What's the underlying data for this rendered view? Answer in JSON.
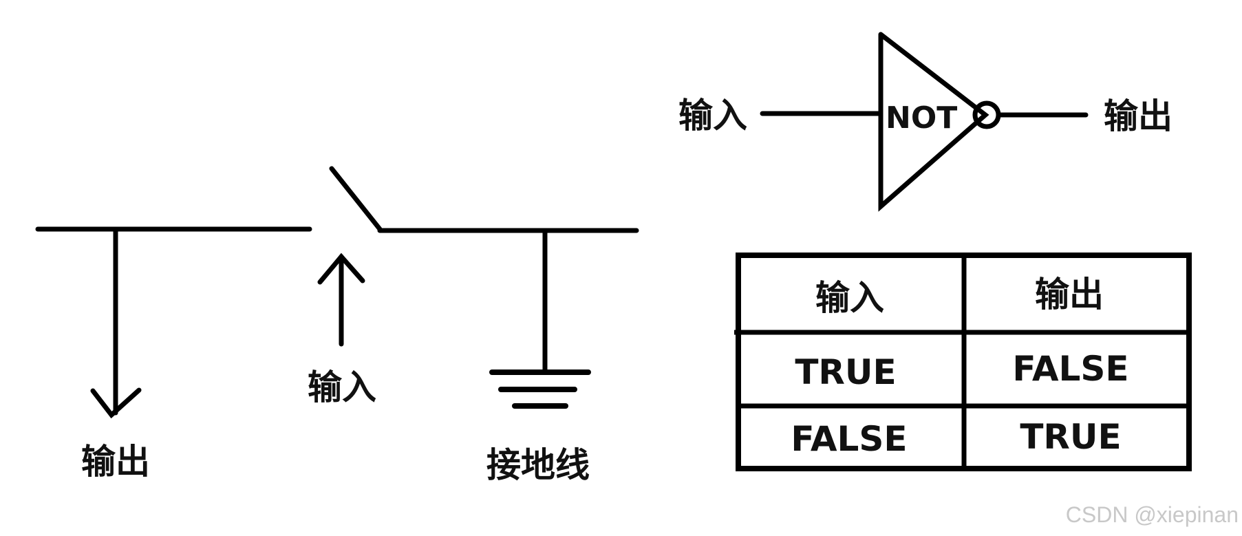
{
  "switch_circuit": {
    "output_label": "输出",
    "input_label": "输入",
    "ground_label": "接地线"
  },
  "not_gate": {
    "input_label": "输入",
    "gate_label": "NOT",
    "output_label": "输出"
  },
  "truth_table": {
    "headers": [
      "输入",
      "输出"
    ],
    "rows": [
      [
        "TRUE",
        "FALSE"
      ],
      [
        "FALSE",
        "TRUE"
      ]
    ]
  },
  "watermark": "CSDN @xiepinan"
}
